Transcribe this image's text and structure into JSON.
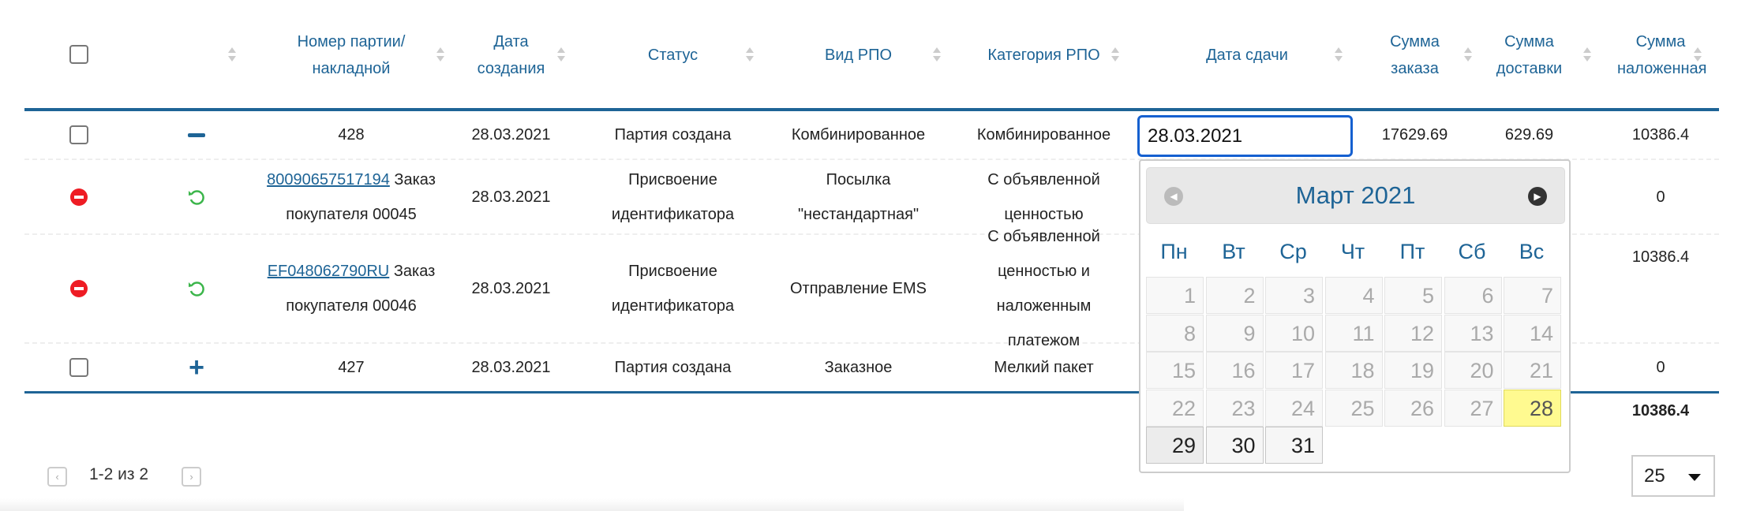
{
  "header": {
    "num": "Номер партии/ накладной",
    "created": "Дата создания",
    "status": "Статус",
    "vid": "Вид РПО",
    "cat": "Категория РПО",
    "handover": "Дата сдачи",
    "sum_order": "Сумма заказа",
    "sum_delivery": "Сумма доставки",
    "sum_cod": "Сумма наложенная"
  },
  "rows": [
    {
      "num": "428",
      "created": "28.03.2021",
      "status": "Партия создана",
      "vid": "Комбинированное",
      "cat": "Комбинированное",
      "handover": "28.03.2021",
      "sum_order": "17629.69",
      "sum_delivery": "629.69",
      "sum_cod": "10386.4"
    },
    {
      "link": "80090657517194",
      "num_rest": "Заказ покупателя 00045",
      "created": "28.03.2021",
      "status": "Присвоение идентификатора",
      "vid": "Посылка \"нестандартная\"",
      "cat": "С объявленной ценностью",
      "sum_cod": "0"
    },
    {
      "link": "EF048062790RU",
      "num_rest": "Заказ покупателя 00046",
      "created": "28.03.2021",
      "status": "Присвоение идентификатора",
      "vid": "Отправление EMS",
      "cat": "С объявленной ценностью и наложенным платежом",
      "sum_cod": "10386.4"
    },
    {
      "num": "427",
      "created": "28.03.2021",
      "status": "Партия создана",
      "vid": "Заказное",
      "cat": "Мелкий пакет",
      "sum_cod": "0"
    }
  ],
  "total": {
    "sum_cod": "10386.4"
  },
  "calendar": {
    "title": "Март 2021",
    "weekdays": [
      "Пн",
      "Вт",
      "Ср",
      "Чт",
      "Пт",
      "Сб",
      "Вс"
    ],
    "days": [
      1,
      2,
      3,
      4,
      5,
      6,
      7,
      8,
      9,
      10,
      11,
      12,
      13,
      14,
      15,
      16,
      17,
      18,
      19,
      20,
      21,
      22,
      23,
      24,
      25,
      26,
      27,
      28,
      29,
      30,
      31
    ],
    "selected": 28,
    "first_enabled": 28
  },
  "pagination": {
    "label": "1-2 из 2",
    "page_size": "25"
  },
  "colors": {
    "accent": "#1e6496",
    "focus": "#1560d0",
    "delete": "#ee1c24",
    "restore": "#3bb54a",
    "today": "#fffa90"
  }
}
